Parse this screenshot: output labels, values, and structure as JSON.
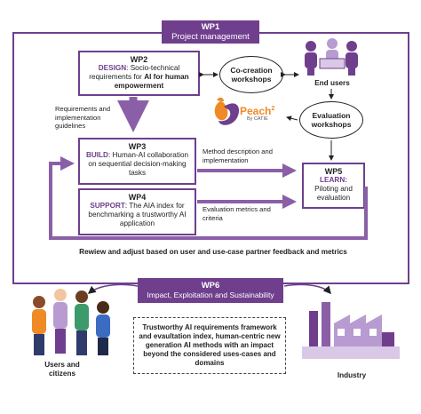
{
  "wp1": {
    "title": "WP1",
    "subtitle": "Project management"
  },
  "wp2": {
    "title": "WP2",
    "keyword": "DESIGN",
    "text": ": Socio-technical requirements for ",
    "bold": "AI for human empowerment"
  },
  "wp3": {
    "title": "WP3",
    "keyword": "BUILD",
    "text": ": Human-AI collaboration on sequential decision-making tasks"
  },
  "wp4": {
    "title": "WP4",
    "keyword": "SUPPORT",
    "text": ": The AIA index for benchmarking a trustworthy AI application"
  },
  "wp5": {
    "title": "WP5",
    "keyword": "LEARN",
    "text": "Piloting and evaluation"
  },
  "wp6": {
    "title": "WP6",
    "subtitle": "Impact, Exploitation and Sustainability"
  },
  "cocreation": "Co-creation workshops",
  "evaluation_ws": "Evaluation workshops",
  "end_users": "End users",
  "logo": {
    "name": "Peach",
    "superscript": "2",
    "byline": "By CATIE"
  },
  "notes": {
    "req": "Requirements and implementation guidelines",
    "method": "Method description and implementation",
    "metrics": "Evaluation metrics and criteria",
    "review": "Rewiew and adjust based on user and use-case partner feedback and metrics"
  },
  "outcome": "Trustworthy AI requirements framework and evaultation index, human-centric new generation AI methods with an impact beyond the considered uses-cases and domains",
  "users": "Users and citizens",
  "industry": "Industry",
  "colors": {
    "accent": "#6f3f8d",
    "light": "#b89bd0",
    "logo_orange": "#f08a24"
  },
  "icons": [
    "people-icon",
    "crowd-icon",
    "factory-icon",
    "peach-logo-icon"
  ]
}
